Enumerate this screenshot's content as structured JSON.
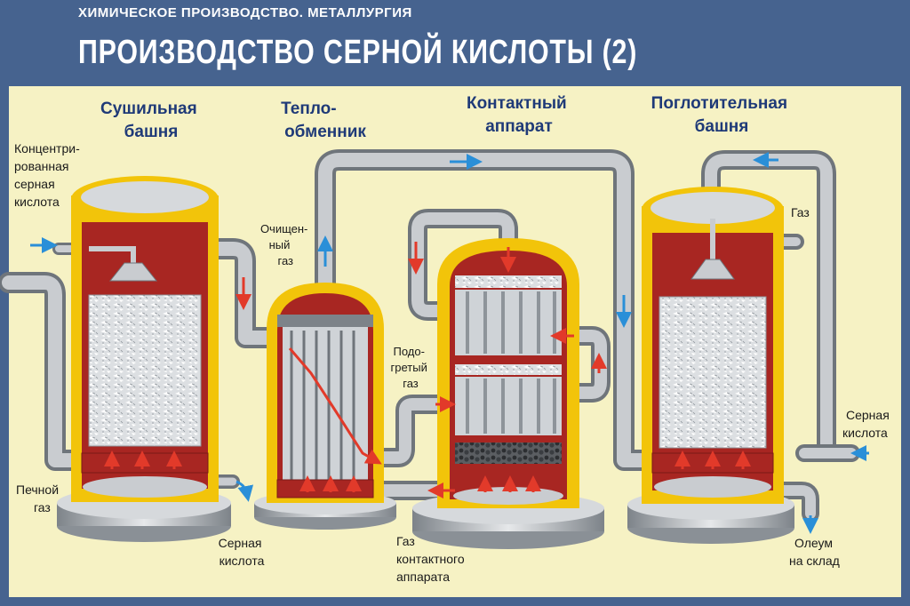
{
  "header": {
    "kicker": "ХИМИЧЕСКОЕ ПРОИЗВОДСТВО. МЕТАЛЛУРГИЯ",
    "title": "ПРОИЗВОДСТВО СЕРНОЙ КИСЛОТЫ (2)"
  },
  "units": {
    "drying_tower": [
      "Сушильная",
      "башня"
    ],
    "heat_exchanger": [
      "Тепло-",
      "обменник"
    ],
    "contact_apparatus": [
      "Контактный",
      "аппарат"
    ],
    "absorption_tower": [
      "Поглотительная",
      "башня"
    ]
  },
  "labels": {
    "conc_acid": [
      "Концентри-",
      "рованная",
      "серная",
      "кислота"
    ],
    "kiln_gas": [
      "Печной",
      "газ"
    ],
    "sulfuric_acid_out": [
      "Серная",
      "кислота"
    ],
    "purified_gas": [
      "Очищен-",
      "ный",
      "газ"
    ],
    "heated_gas": [
      "Подо-",
      "гретый",
      "газ"
    ],
    "contact_gas": [
      "Газ",
      "контактного",
      "аппарата"
    ],
    "gas": [
      "Газ"
    ],
    "sulfuric_acid_in": [
      "Серная",
      "кислота"
    ],
    "oleum": [
      "Олеум",
      "на склад"
    ]
  },
  "colors": {
    "background": "#46638f",
    "panel": "#f6f2c4",
    "shell": "#f2c40a",
    "interior": "#a82622",
    "pipe": "#9aa0a6",
    "arrow_red": "#e23a2a",
    "arrow_blue": "#2a8fd8",
    "header_text": "#1f3a78"
  }
}
